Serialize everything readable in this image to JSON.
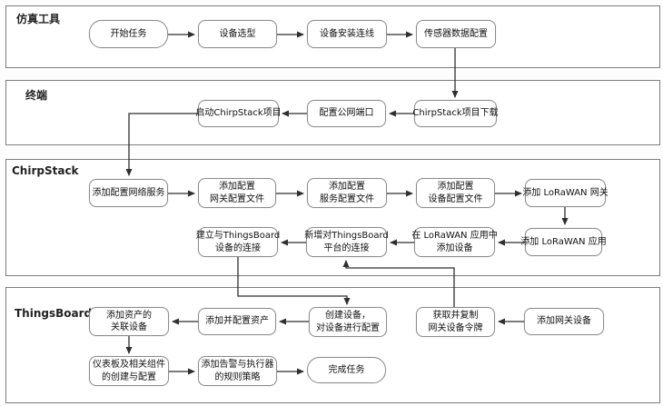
{
  "diagram": {
    "type": "swimlane-flowchart",
    "colors": {
      "background": "#ffffff",
      "lane_border": "#7d7d7d",
      "node_border": "#8c8c8c",
      "node_fill": "#ffffff",
      "arrow": "#2f2f2f",
      "text": "#111111"
    },
    "lanes": [
      {
        "label": "仿真工具",
        "nodes": [
          {
            "id": "start-task",
            "label": "开始任务",
            "shape": "terminal"
          },
          {
            "id": "device-selection",
            "label": "设备选型",
            "shape": "process"
          },
          {
            "id": "device-install-wiring",
            "label": "设备安装连线",
            "shape": "process"
          },
          {
            "id": "sensor-data-config",
            "label": "传感器数据配置",
            "shape": "process"
          }
        ]
      },
      {
        "label": "终端",
        "nodes": [
          {
            "id": "launch-chirpstack-project",
            "label": "启动ChirpStack项目",
            "shape": "process"
          },
          {
            "id": "config-public-port",
            "label": "配置公网端口",
            "shape": "process"
          },
          {
            "id": "chirpstack-project-download",
            "label": "ChirpStack项目下载",
            "shape": "process"
          }
        ]
      },
      {
        "label": "ChirpStack",
        "nodes": [
          {
            "id": "add-network-server",
            "label": "添加配置网络服务",
            "shape": "process"
          },
          {
            "id": "gateway-config-file",
            "label": "添加配置\n网关配置文件",
            "shape": "process"
          },
          {
            "id": "server-config-file",
            "label": "添加配置\n服务配置文件",
            "shape": "process"
          },
          {
            "id": "device-config-file",
            "label": "添加配置\n设备配置文件",
            "shape": "process"
          },
          {
            "id": "add-lorawan-gateway",
            "label": "添加 LoRaWAN 网关",
            "shape": "process"
          },
          {
            "id": "add-lorawan-app",
            "label": "添加 LoRaWAN 应用",
            "shape": "process"
          },
          {
            "id": "add-device-in-lorawan-app",
            "label": "在 LoRaWAN 应用中\n添加设备",
            "shape": "process"
          },
          {
            "id": "connect-thingsboard-platform",
            "label": "新增对ThingsBoard\n平台的连接",
            "shape": "process"
          },
          {
            "id": "connect-thingsboard-device",
            "label": "建立与ThingsBoard\n设备的连接",
            "shape": "process"
          }
        ]
      },
      {
        "label": "ThingsBoard",
        "nodes": [
          {
            "id": "add-gateway-device",
            "label": "添加网关设备",
            "shape": "process"
          },
          {
            "id": "copy-gateway-token",
            "label": "获取并复制\n网关设备令牌",
            "shape": "process"
          },
          {
            "id": "create-configure-device",
            "label": "创建设备，\n对设备进行配置",
            "shape": "process"
          },
          {
            "id": "add-configure-asset",
            "label": "添加并配置资产",
            "shape": "process"
          },
          {
            "id": "asset-related-devices",
            "label": "添加资产的\n关联设备",
            "shape": "process"
          },
          {
            "id": "dashboard-components",
            "label": "仪表板及相关组件\n的创建与配置",
            "shape": "process"
          },
          {
            "id": "alarm-rule-chain",
            "label": "添加告警与执行器\n的规则策略",
            "shape": "process"
          },
          {
            "id": "finish-task",
            "label": "完成任务",
            "shape": "terminal"
          }
        ]
      }
    ],
    "edges": [
      {
        "from": "start-task",
        "to": "device-selection"
      },
      {
        "from": "device-selection",
        "to": "device-install-wiring"
      },
      {
        "from": "device-install-wiring",
        "to": "sensor-data-config"
      },
      {
        "from": "sensor-data-config",
        "to": "chirpstack-project-download"
      },
      {
        "from": "chirpstack-project-download",
        "to": "config-public-port"
      },
      {
        "from": "config-public-port",
        "to": "launch-chirpstack-project"
      },
      {
        "from": "launch-chirpstack-project",
        "to": "add-network-server"
      },
      {
        "from": "add-network-server",
        "to": "gateway-config-file"
      },
      {
        "from": "gateway-config-file",
        "to": "server-config-file"
      },
      {
        "from": "server-config-file",
        "to": "device-config-file"
      },
      {
        "from": "device-config-file",
        "to": "add-lorawan-gateway"
      },
      {
        "from": "add-lorawan-gateway",
        "to": "add-lorawan-app"
      },
      {
        "from": "add-lorawan-app",
        "to": "add-device-in-lorawan-app"
      },
      {
        "from": "add-device-in-lorawan-app",
        "to": "connect-thingsboard-platform"
      },
      {
        "from": "connect-thingsboard-platform",
        "to": "connect-thingsboard-device"
      },
      {
        "from": "connect-thingsboard-device",
        "to": "create-configure-device"
      },
      {
        "from": "add-gateway-device",
        "to": "copy-gateway-token"
      },
      {
        "from": "copy-gateway-token",
        "to": "connect-thingsboard-platform"
      },
      {
        "from": "create-configure-device",
        "to": "add-configure-asset"
      },
      {
        "from": "add-configure-asset",
        "to": "asset-related-devices"
      },
      {
        "from": "asset-related-devices",
        "to": "dashboard-components"
      },
      {
        "from": "dashboard-components",
        "to": "alarm-rule-chain"
      },
      {
        "from": "alarm-rule-chain",
        "to": "finish-task"
      }
    ]
  }
}
